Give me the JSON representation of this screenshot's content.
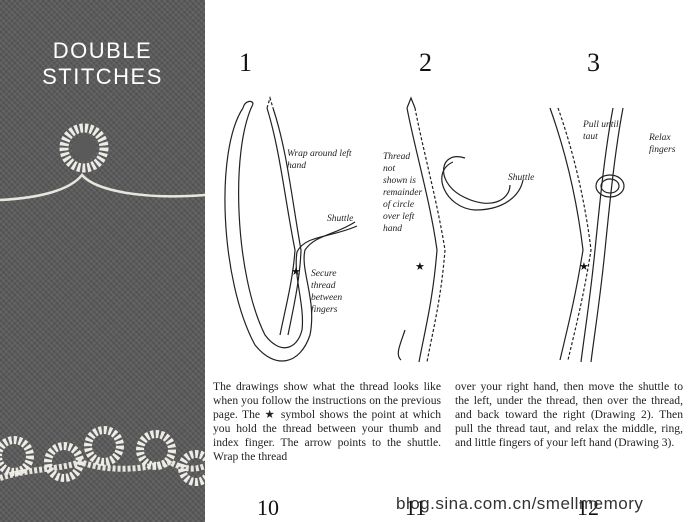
{
  "sidebar": {
    "title_line1": "DOUBLE",
    "title_line2": "STITCHES"
  },
  "figures": [
    {
      "number": "1",
      "labels": [
        "Wrap around left",
        "hand",
        "Shuttle",
        "Secure",
        "thread",
        "between",
        "fingers"
      ]
    },
    {
      "number": "2",
      "labels": [
        "Thread",
        "not",
        "shown is",
        "remainder",
        "of circle",
        "over left",
        "hand",
        "Shuttle"
      ]
    },
    {
      "number": "3",
      "labels": [
        "Pull until",
        "taut",
        "Relax",
        "fingers"
      ]
    }
  ],
  "body_text": {
    "col1": "The drawings show what the thread looks like when you follow the instructions on the previous page. The ★ symbol shows the point at which you hold the thread between your thumb and index finger. The arrow points to the shuttle. Wrap the thread",
    "col2": "over your right hand, then move the shuttle to the left, under the thread, then over the thread, and back toward the right (Drawing 2). Then pull the thread taut, and relax the middle, ring, and little fingers of your left hand (Drawing 3)."
  },
  "footer": {
    "num_left": "10",
    "num_mid": "11",
    "num_right": "12"
  },
  "watermark": "blog.sina.com.cn/smellmemory"
}
